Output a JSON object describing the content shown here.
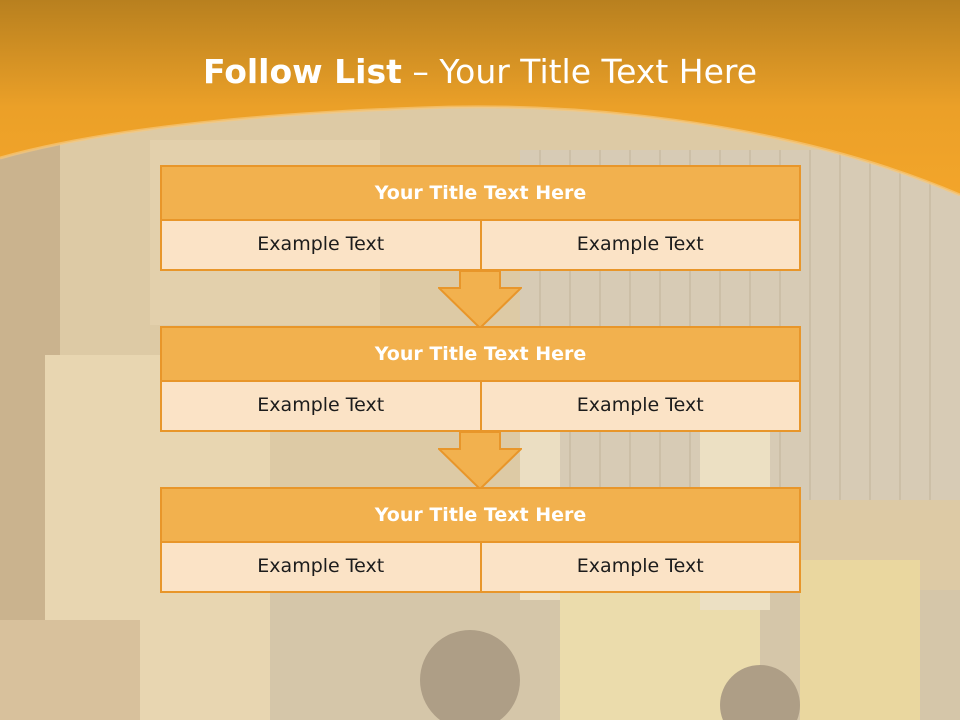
{
  "title": {
    "bold": "Follow List",
    "rest": " – Your Title Text Here"
  },
  "steps": [
    {
      "title": "Your Title Text Here",
      "left": "Example Text",
      "right": "Example Text"
    },
    {
      "title": "Your Title Text Here",
      "left": "Example Text",
      "right": "Example Text"
    },
    {
      "title": "Your Title Text Here",
      "left": "Example Text",
      "right": "Example Text"
    }
  ],
  "colors": {
    "header_orange": "#f0a020",
    "block_title": "#f2b14e",
    "block_border": "#e8962a",
    "cell_fill": "#fbe3c6",
    "arrow_fill": "#f2b14e"
  },
  "icons": [
    "down-arrow-icon"
  ]
}
